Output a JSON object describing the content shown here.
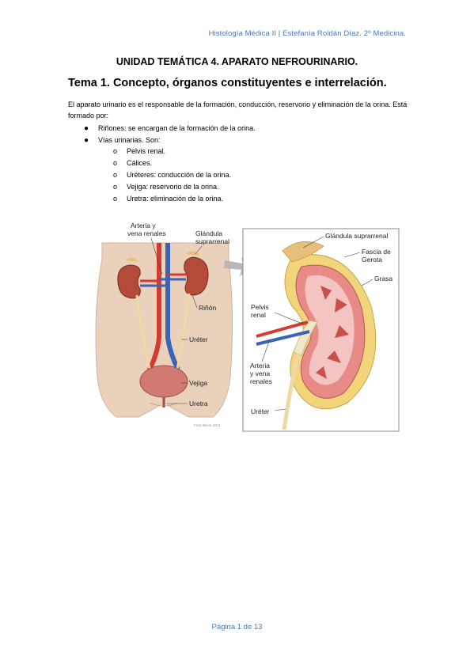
{
  "header": {
    "text": "Histología Médica II | Estefanía Roldán Díaz. 2º Medicina."
  },
  "unit_title": "UNIDAD TEMÁTICA 4. APARATO NEFROURINARIO.",
  "section_title": "Tema 1. Concepto, órganos constituyentes e interrelación.",
  "intro": "El aparato urinario es el responsable de la formación, conducción, reservorio y eliminación de la orina. Está formado por:",
  "bullets": [
    "Riñones: se encargan de la formación de la orina.",
    "Vías urinarias. Son:"
  ],
  "sub_bullets": [
    "Pelvis renal.",
    "Cálices.",
    "Uréteres: conducción de la orina.",
    "Vejiga: reservorio de la orina.",
    "Uretra: eliminación de la orina."
  ],
  "figure": {
    "left_labels": {
      "artery_vein_1": "Arteria y",
      "artery_vein_2": "vena renales",
      "adrenal_1": "Glándula",
      "adrenal_2": "suprarrenal",
      "kidney": "Riñón",
      "ureter": "Uréter",
      "bladder": "Vejiga",
      "urethra": "Uretra",
      "credit": "Fran Milner 2011"
    },
    "right_labels": {
      "adrenal": "Glándula suprarrenal",
      "fascia_1": "Fascia de",
      "fascia_2": "Gerota",
      "fat": "Grasa",
      "pelvis_1": "Pelvis",
      "pelvis_2": "renal",
      "artery_1": "Arteria",
      "artery_2": "y vena",
      "artery_3": "renales",
      "ureter": "Uréter"
    }
  },
  "footer": "Página 1 de 13"
}
